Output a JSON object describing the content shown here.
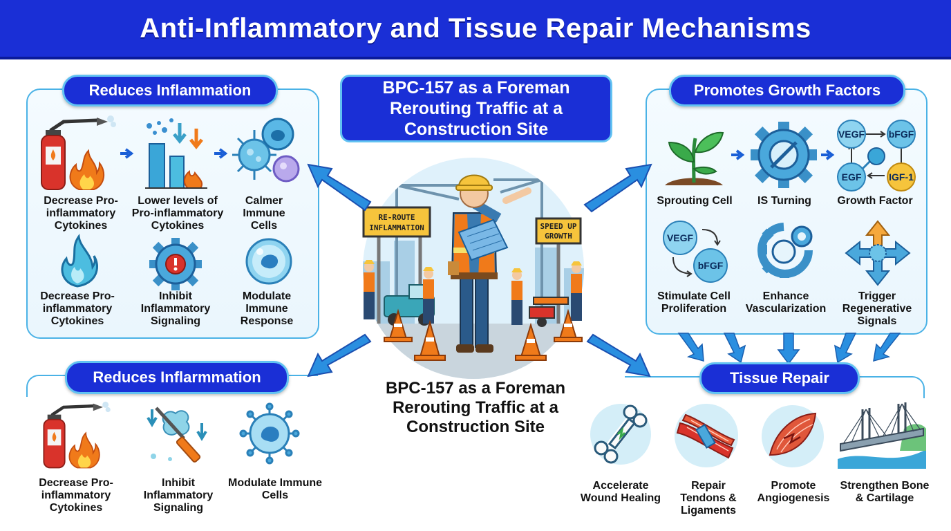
{
  "title": "Anti-Inflammatory and Tissue Repair Mechanisms",
  "center": {
    "box_title": "BPC-157 as a Foreman Rerouting Traffic at a Construction Site",
    "caption": "BPC-157 as a Foreman Rerouting Traffic at a Construction Site",
    "sign_left": [
      "RE-ROUTE",
      "INFLAMMATION"
    ],
    "sign_right": [
      "SPEED UP",
      "GROWTH"
    ]
  },
  "top_left": {
    "title": "Reduces Inflammation",
    "items": [
      {
        "label": "Decrease Pro-inflammatory Cytokines",
        "icon": "fire-extinguisher-icon"
      },
      {
        "label": "Lower levels of Pro-inflammatory Cytokines",
        "icon": "decreasing-bars-icon"
      },
      {
        "label": "Calmer Immune Cells",
        "icon": "immune-cells-icon"
      },
      {
        "label": "Decrease Pro-inflammatory Cytokines",
        "icon": "flame-icon"
      },
      {
        "label": "Inhibit Inflammatory Signaling",
        "icon": "gear-alert-icon"
      },
      {
        "label": "Modulate Immune Response",
        "icon": "immune-cell-sphere-icon"
      }
    ]
  },
  "bottom_left": {
    "title": "Reduces Inflarmmation",
    "items": [
      {
        "label": "Decrease Pro-inflammatory Cytokines",
        "icon": "fire-extinguisher-icon"
      },
      {
        "label": "Inhibit Inflammatory Signaling",
        "icon": "pipette-icon"
      },
      {
        "label": "Modulate Immune Cells",
        "icon": "virus-cell-icon"
      }
    ]
  },
  "top_right": {
    "title": "Promotes Growth Factors",
    "items": [
      {
        "label": "Sprouting Cell",
        "icon": "sprout-icon"
      },
      {
        "label": "IS Turning",
        "icon": "gear-icon"
      },
      {
        "label": "Growth Factor",
        "icon": "growth-factor-network-icon"
      },
      {
        "label": "Stimulate Cell Proliferation",
        "icon": "vegf-bfgf-cycle-icon"
      },
      {
        "label": "Enhance Vascularization",
        "icon": "gears-icon"
      },
      {
        "label": "Trigger Regenerative Signals",
        "icon": "four-arrows-icon"
      }
    ],
    "factors": [
      "VEGF",
      "bFGF",
      "EGF",
      "IGF-1"
    ],
    "cycle": [
      "VEGF",
      "bFGF"
    ]
  },
  "bottom_right": {
    "title": "Tissue Repair",
    "items": [
      {
        "label": "Accelerate Wound Healing",
        "icon": "bone-icon"
      },
      {
        "label": "Repair Tendons & Ligaments",
        "icon": "tendon-icon"
      },
      {
        "label": "Promote Angiogenesis",
        "icon": "muscle-icon"
      },
      {
        "label": "Strengthen Bone & Cartilage",
        "icon": "bridge-icon"
      }
    ]
  },
  "colors": {
    "banner": "#1a2fd6",
    "panel_border": "#4ab2e6",
    "arrow": "#2a7fe0",
    "accent_orange": "#f07a1a"
  }
}
